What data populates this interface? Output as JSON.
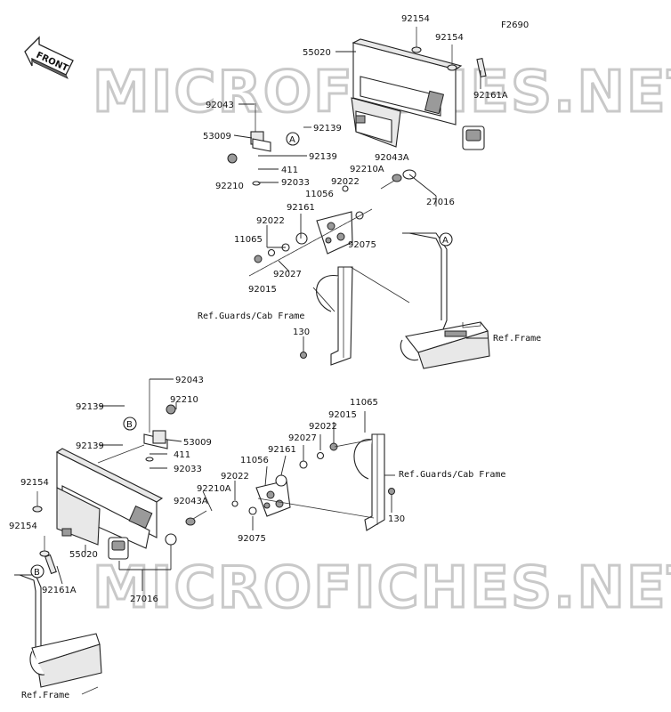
{
  "figure_code": "F2690",
  "front_label": "FRONT",
  "watermark_text": "MICROFICHES.NET",
  "callouts": {
    "A": "A",
    "B": "B"
  },
  "upper_assembly": {
    "labels": {
      "p92154_a": "92154",
      "p92154_b": "92154",
      "p55020": "55020",
      "p92161A": "92161A",
      "p92043": "92043",
      "p53009": "53009",
      "p92139_a": "92139",
      "p92139_b": "92139",
      "p411": "411",
      "p92210": "92210",
      "p92033": "92033",
      "p92210A": "92210A",
      "p92043A": "92043A",
      "p27016": "27016",
      "p92022_a": "92022",
      "p11056": "11056",
      "p92161": "92161",
      "p92022_b": "92022",
      "p11065": "11065",
      "p92075": "92075",
      "p92027": "92027",
      "p92015": "92015",
      "ref_guards": "Ref.Guards/Cab Frame",
      "p130": "130",
      "ref_frame": "Ref.Frame"
    }
  },
  "lower_assembly": {
    "labels": {
      "p92043": "92043",
      "p92139_a": "92139",
      "p92210": "92210",
      "p11065": "11065",
      "p92015": "92015",
      "p92022_a": "92022",
      "p92027": "92027",
      "p92139_b": "92139",
      "p53009": "53009",
      "p92161": "92161",
      "p411": "411",
      "p11056": "11056",
      "p92033": "92033",
      "ref_guards": "Ref.Guards/Cab Frame",
      "p92154_a": "92154",
      "p92022_b": "92022",
      "p92210A": "92210A",
      "p92043A": "92043A",
      "p130": "130",
      "p92154_b": "92154",
      "p92075": "92075",
      "p55020": "55020",
      "p92161A": "92161A",
      "p27016": "27016",
      "ref_frame": "Ref.Frame"
    }
  }
}
